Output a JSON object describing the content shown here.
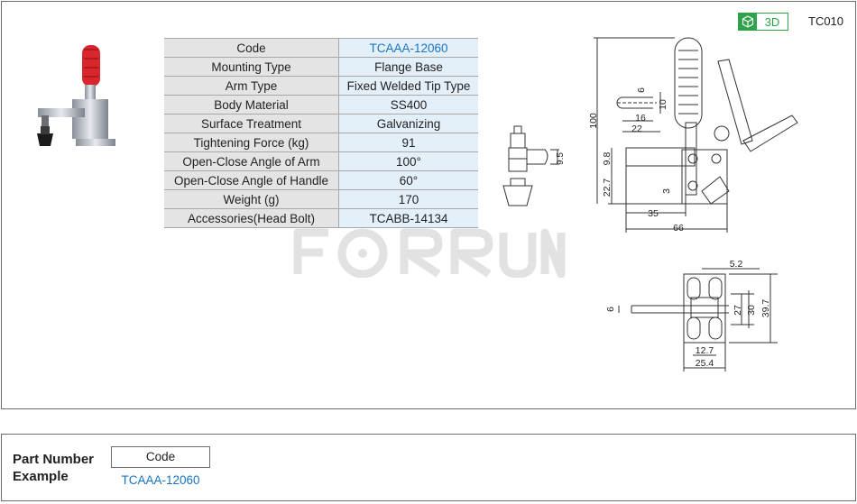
{
  "header": {
    "badge_3d_label": "3D",
    "model_code": "TC010"
  },
  "spec_table": {
    "rows": [
      {
        "label": "Code",
        "value": "TCAAA-12060"
      },
      {
        "label": "Mounting Type",
        "value": "Flange Base"
      },
      {
        "label": "Arm Type",
        "value": "Fixed Welded Tip Type"
      },
      {
        "label": "Body Material",
        "value": "SS400"
      },
      {
        "label": "Surface Treatment",
        "value": "Galvanizing"
      },
      {
        "label": "Tightening Force (kg)",
        "value": "91"
      },
      {
        "label": "Open-Close Angle of Arm",
        "value": "100°"
      },
      {
        "label": "Open-Close  Angle of Handle",
        "value": "60°"
      },
      {
        "label": "Weight (g)",
        "value": "170"
      },
      {
        "label": "Accessories(Head Bolt)",
        "value": "TCABB-14134"
      }
    ]
  },
  "drawing_dims": {
    "hole_6": "6",
    "hole_10": "10",
    "hole_16": "16",
    "hole_22": "22",
    "bolt_9_5": "9.5",
    "side_100": "100",
    "side_9_8": "9.8",
    "side_22_7": "22.7",
    "side_3": "3",
    "side_35": "35",
    "side_66": "66",
    "top_5_2": "5.2",
    "top_6": "6",
    "top_27": "27",
    "top_30": "30",
    "top_39_7": "39.7",
    "top_12_7": "12.7",
    "top_25_4": "25.4"
  },
  "part_number_example": {
    "title_line1": "Part Number",
    "title_line2": "Example",
    "header": "Code",
    "code": "TCAAA-12060"
  },
  "colors": {
    "accent_green": "#2ea34a",
    "code_blue": "#1a74c0",
    "table_key_bg": "#e4e4e4",
    "table_value_bg": "#e3f0fa"
  }
}
